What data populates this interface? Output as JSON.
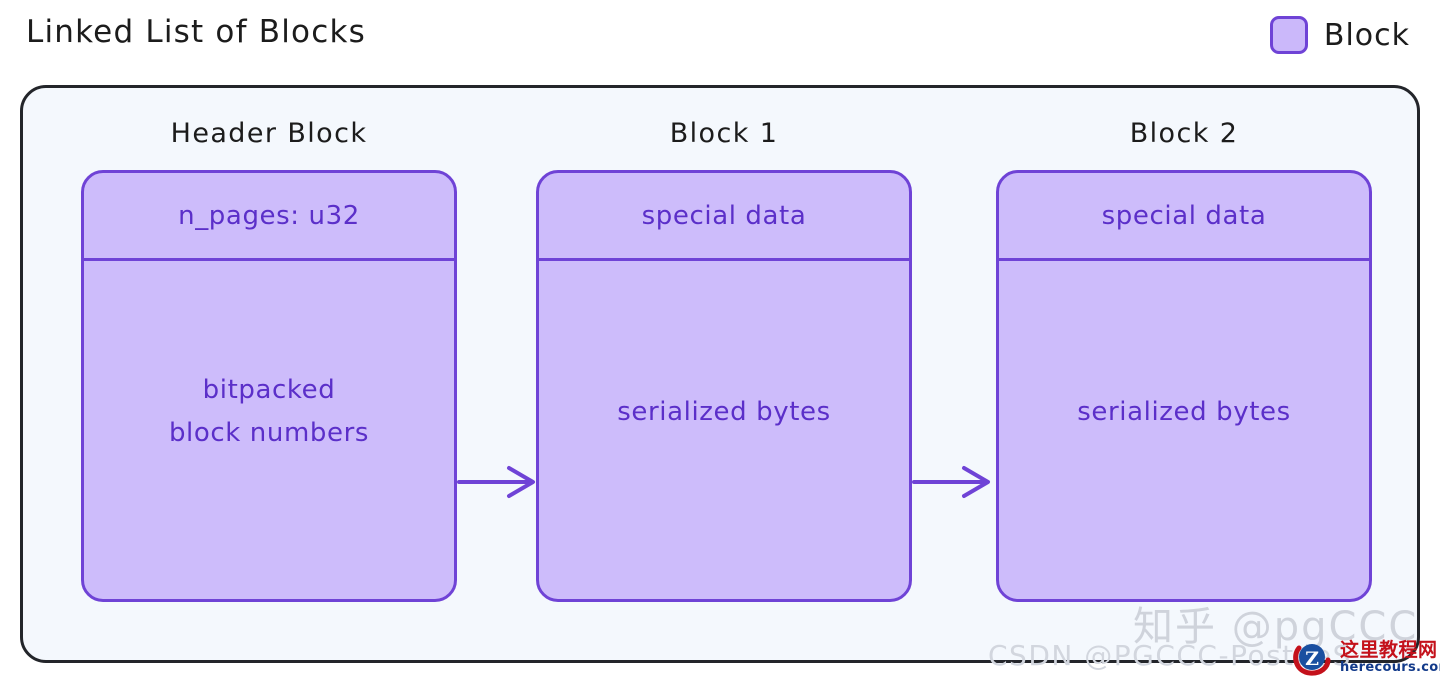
{
  "title": "Linked List of Blocks",
  "legend": {
    "swatch_name": "block-swatch",
    "label": "Block",
    "fill_color": "#cbb8fa",
    "border_color": "#6f43d6"
  },
  "container": {
    "background_color": "#f4f8fd",
    "border_color": "#23252a"
  },
  "blocks": [
    {
      "caption": "Header Block",
      "header_text": "n_pages: u32",
      "body_text": "bitpacked\nblock numbers"
    },
    {
      "caption": "Block 1",
      "header_text": "special data",
      "body_text": "serialized bytes"
    },
    {
      "caption": "Block 2",
      "header_text": "special data",
      "body_text": "serialized bytes"
    }
  ],
  "arrows": [
    {
      "name": "arrow-header-to-block1",
      "direction": "right",
      "color": "#6f43d6"
    },
    {
      "name": "arrow-block1-to-block2",
      "direction": "right",
      "color": "#6f43d6"
    }
  ],
  "watermarks": {
    "zhihu": "知乎 @pgCCC",
    "csdn": "CSDN @PGCCC-PostgeS",
    "logo_cn": "这里教程网",
    "logo_en": "herecours.com"
  }
}
